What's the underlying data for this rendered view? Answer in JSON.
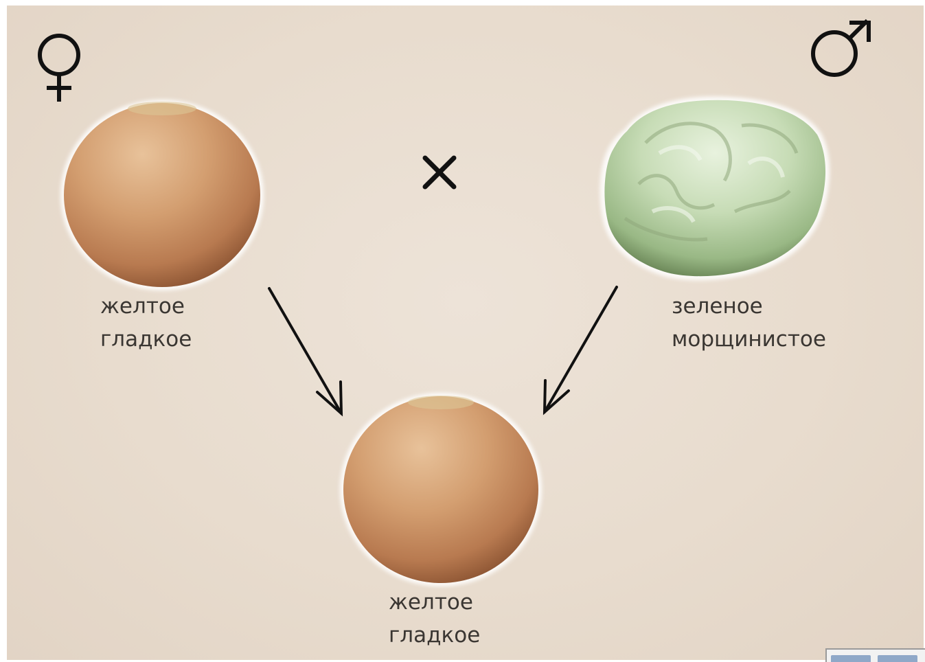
{
  "symbols": {
    "female": "♀",
    "male": "♂",
    "cross": "×"
  },
  "parent_female": {
    "line1": "желтое",
    "line2": "гладкое",
    "color": "#c8966a"
  },
  "parent_male": {
    "line1": "зеленое",
    "line2": "морщинистое",
    "color": "#b8d2a8"
  },
  "offspring": {
    "line1": "желтое",
    "line2": "гладкое",
    "color": "#c8966a"
  },
  "colors": {
    "background": "#e8dcce",
    "text": "#3a3632",
    "arrow": "#111111"
  }
}
